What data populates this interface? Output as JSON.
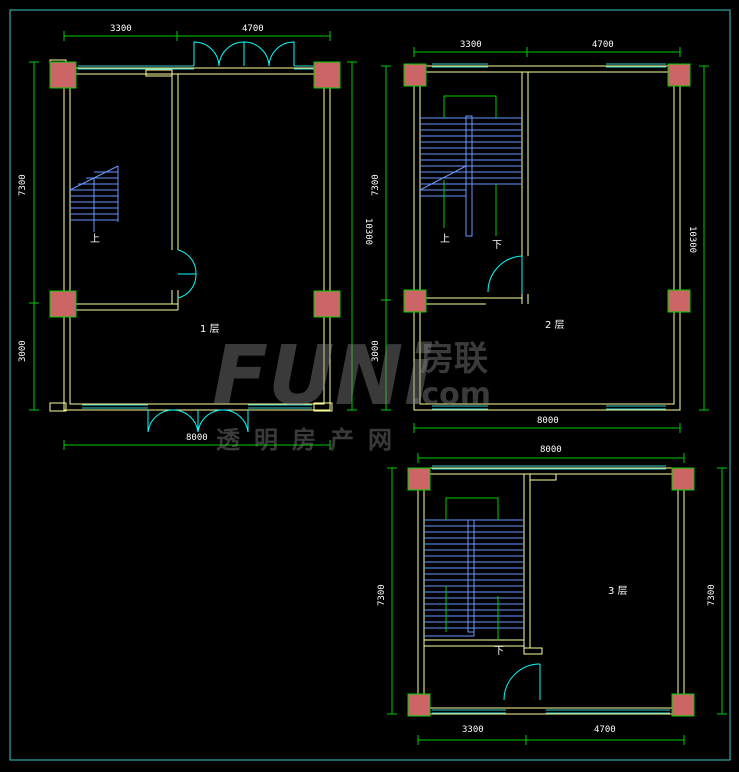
{
  "colors": {
    "background": "#000000",
    "wall": "#ffff99",
    "dimension": "#00cc00",
    "frame": "#33cccc",
    "door": "#00ffff",
    "column": "#cc6666",
    "stair": "#6699ff",
    "text": "#ffffff"
  },
  "plan1": {
    "top_dims": [
      "3300",
      "4700"
    ],
    "bottom_dim": "8000",
    "left_dims": [
      "7300",
      "3000"
    ],
    "right_dim": "10300",
    "room_label": "1 层",
    "stair_label": "上"
  },
  "plan2": {
    "top_dims": [
      "3300",
      "4700"
    ],
    "bottom_dim": "8000",
    "left_dims": [
      "7300",
      "3000"
    ],
    "right_dim": "10300",
    "room_label": "2 层",
    "stair_up": "上",
    "stair_down": "下"
  },
  "plan3": {
    "top_dim": "8000",
    "bottom_dims": [
      "3300",
      "4700"
    ],
    "left_dim": "7300",
    "right_dim": "7300",
    "room_label": "3 层",
    "stair_down": "下"
  },
  "watermark": {
    "logo": "FUNi",
    "brand": "房联",
    "domain": ".com",
    "subtitle": "透明房产网"
  }
}
